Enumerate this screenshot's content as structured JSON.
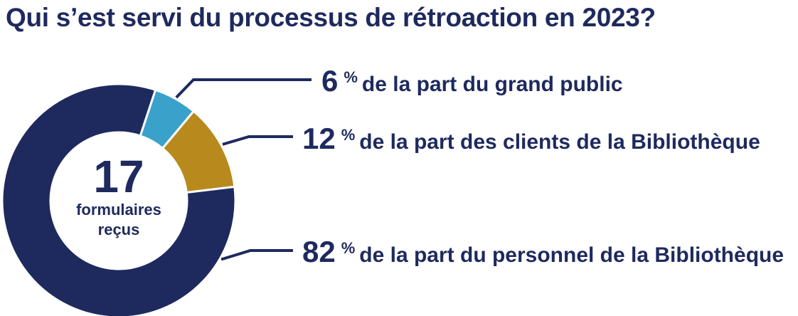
{
  "title": "Qui s’est servi du processus de rétroaction en 2023?",
  "center": {
    "value": "17",
    "label_line1": "formulaires",
    "label_line2": "reçus"
  },
  "chart_data": {
    "type": "pie",
    "title": "Qui s’est servi du processus de rétroaction en 2023?",
    "total": 17,
    "slices": [
      {
        "value": 6,
        "percent_sign": "%",
        "label": "de la part du grand public",
        "color": "#3aa1cb"
      },
      {
        "value": 12,
        "percent_sign": "%",
        "label": "de la part des clients de la Bibliothèque",
        "color": "#b8891c"
      },
      {
        "value": 82,
        "percent_sign": "%",
        "label": "de la part du personnel de la Bibliothèque",
        "color": "#1e2a5e"
      }
    ]
  }
}
